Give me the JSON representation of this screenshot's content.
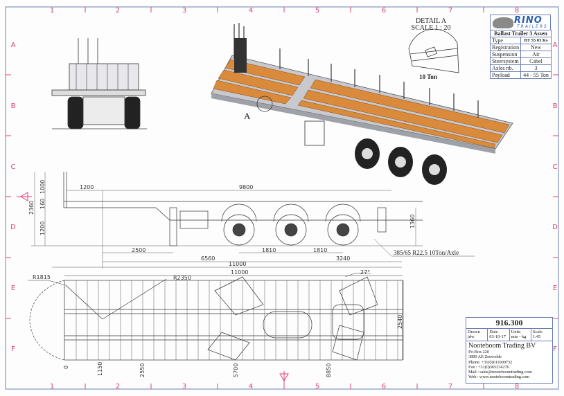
{
  "grid": {
    "columns": [
      "1",
      "2",
      "3",
      "4",
      "5",
      "6",
      "7",
      "8"
    ],
    "rows": [
      "A",
      "B",
      "C",
      "D",
      "E",
      "F"
    ]
  },
  "title_block": {
    "logo_name": "RINO",
    "logo_sub": "TRAILERS",
    "title": "Ballast Trailer 3 Assen",
    "rows": [
      {
        "label": "Type",
        "value": "BT 55 03 Ks"
      },
      {
        "label": "Registration",
        "value": "New"
      },
      {
        "label": "Suspension",
        "value": "Air"
      },
      {
        "label": "Steersystem",
        "value": "Cabel"
      },
      {
        "label": "Axles nb.",
        "value": "3"
      },
      {
        "label": "Payload",
        "value": "44 - 55 Ton"
      }
    ]
  },
  "detail": {
    "title": "DETAIL A",
    "scale": "SCALE 1 : 20",
    "load": "10 Ton",
    "marker": "A"
  },
  "side_view": {
    "dims": {
      "overall_height": "2360",
      "stake": "1000",
      "deck": "160",
      "deck_height": "1200",
      "front_overhang": "1200",
      "deck_length": "9800",
      "kingpin_landing": "2500",
      "axle_spacing_1": "1810",
      "axle_spacing_2": "1810",
      "to_axle": "6560",
      "rear": "3240",
      "total": "11000",
      "rear_height": "1360"
    },
    "tyre_note": "385/65 R22.5  10Ton/Axle"
  },
  "plan_view": {
    "dims": {
      "front_radius": "R1815",
      "swing_radius": "R2350",
      "angle": "27°",
      "width": "2540",
      "total": "11000",
      "x0": "0",
      "x1": "1150",
      "x2": "2550",
      "x3": "5700",
      "x4": "8850"
    }
  },
  "info_block": {
    "number": "916.300",
    "drawn_label": "Drawn",
    "drawn": "jdw",
    "date_label": "Date",
    "date": "03-10-17",
    "units_label": "Units",
    "units": "mm - kg",
    "scale_label": "Scale",
    "scale": "1:45",
    "company": "Nooteboom Trading BV",
    "address": [
      "Po-Box 220",
      "3890 AE Zeewolde",
      "Phone: +31(0)611000732",
      "Fax   : +31(0)365234276",
      "Mail  : sales@nooteboomtrading.com",
      "Web  : www.nooteboomtrading.com"
    ]
  },
  "colors": {
    "frame": "#6a7fb5",
    "grid_marks": "#e0407a",
    "deck": "#d98a3a",
    "line": "#333333"
  }
}
